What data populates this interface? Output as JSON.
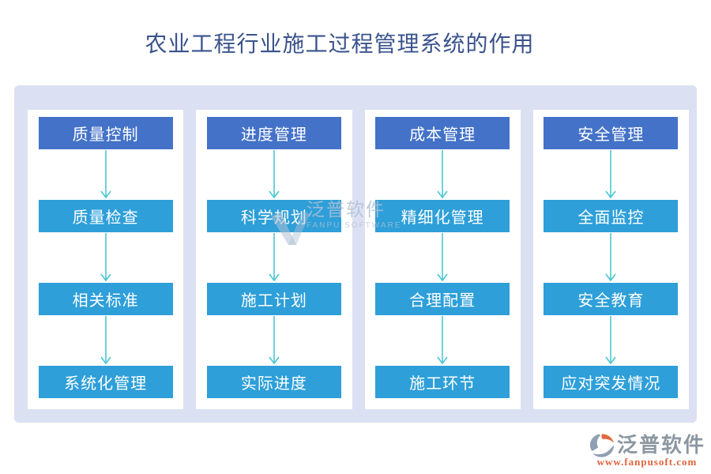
{
  "title": "农业工程行业施工过程管理系统的作用",
  "columns": [
    {
      "header": "质量控制",
      "steps": [
        "质量检查",
        "相关标准",
        "系统化管理"
      ]
    },
    {
      "header": "进度管理",
      "steps": [
        "科学规划",
        "施工计划",
        "实际进度"
      ]
    },
    {
      "header": "成本管理",
      "steps": [
        "精细化管理",
        "合理配置",
        "施工环节"
      ]
    },
    {
      "header": "安全管理",
      "steps": [
        "全面监控",
        "安全教育",
        "应对突发情况"
      ]
    }
  ],
  "watermark": {
    "brand": "泛普软件",
    "subtitle": "FANPU SOFTWARE"
  },
  "footer": {
    "brand": "泛普软件",
    "url": "www.fanpusoft.com"
  },
  "icons": {
    "arrow": "down-arrow-icon",
    "watermark_mark": "fanpu-watermark-icon",
    "footer_mark": "fanpu-logo-icon"
  },
  "colors": {
    "header_box": "#4472C8",
    "step_box": "#2E9FD9",
    "arrow": "#4BC7D2",
    "board_bg": "#DBE1F2",
    "panel_bg": "#FFFFFF",
    "title_text": "#3A538C",
    "watermark_text": "#B0C0D4",
    "footer_brand": "#8C97A1",
    "footer_url": "#E0633A"
  }
}
